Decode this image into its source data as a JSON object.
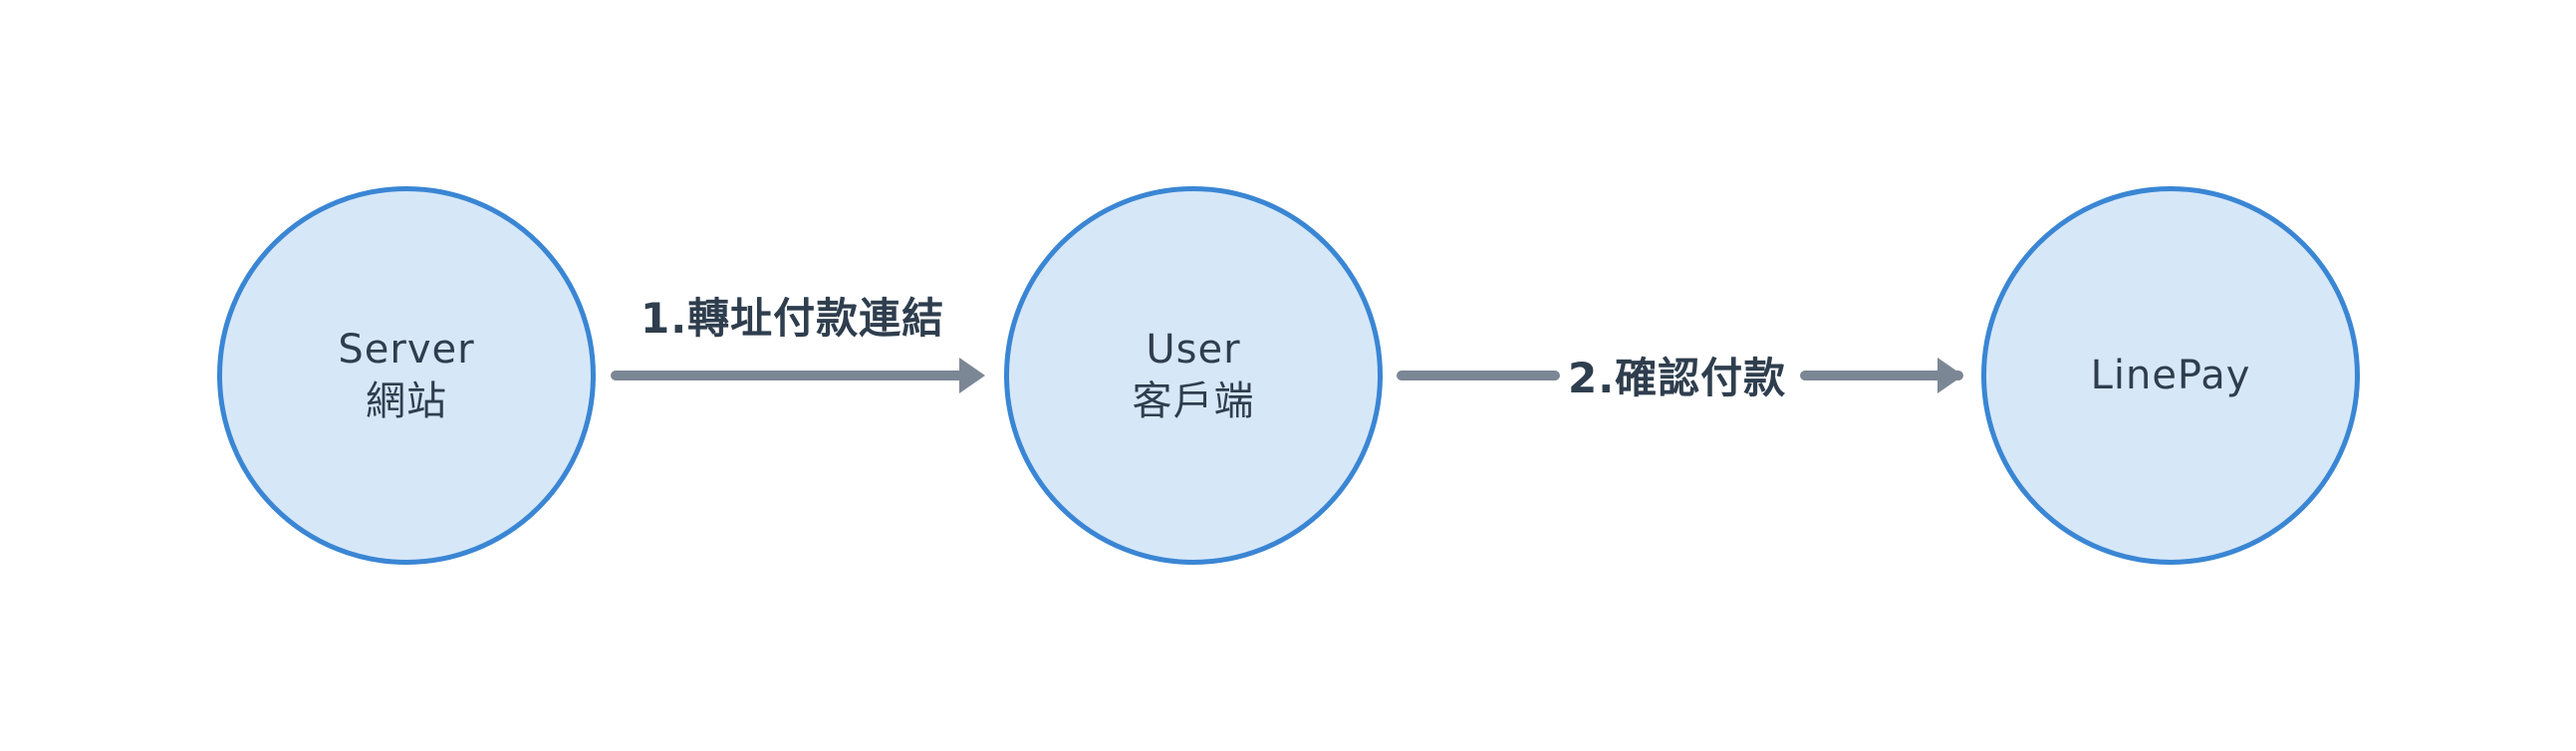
{
  "nodes": {
    "server": {
      "line1": "Server",
      "line2": "網站"
    },
    "user": {
      "line1": "User",
      "line2": "客戶端"
    },
    "linepay": {
      "line1": "LinePay"
    }
  },
  "edges": {
    "step1": {
      "label": "1.轉址付款連結",
      "from": "Server",
      "to": "User"
    },
    "step2": {
      "label": "2.確認付款",
      "from": "User",
      "to": "LinePay"
    }
  },
  "colors": {
    "node_fill": "#d6e7f8",
    "node_border": "#3a86d4",
    "arrow": "#7c8795",
    "text": "#2f3e4e"
  }
}
